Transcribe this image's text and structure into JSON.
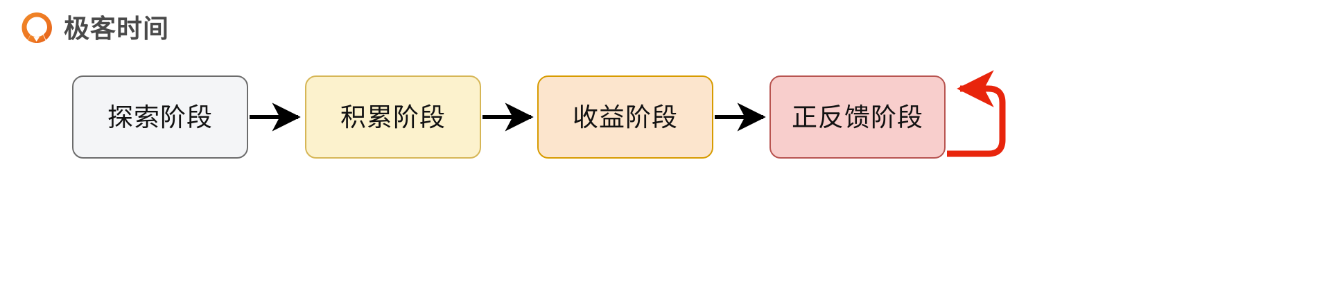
{
  "brand": {
    "name": "极客时间",
    "logo_icon": "geektime-logo-icon",
    "logo_color": "#ef7b22",
    "text_color": "#4a4a4a"
  },
  "diagram": {
    "type": "flowchart",
    "orientation": "left-to-right",
    "nodes": [
      {
        "id": "explore",
        "label": "探索阶段",
        "fill": "#f4f5f7",
        "stroke": "#6c6c6c",
        "text_color": "#121212"
      },
      {
        "id": "accumulate",
        "label": "积累阶段",
        "fill": "#fcf2cd",
        "stroke": "#d6b656",
        "text_color": "#121212"
      },
      {
        "id": "revenue",
        "label": "收益阶段",
        "fill": "#fce5cd",
        "stroke": "#d79b00",
        "text_color": "#121212"
      },
      {
        "id": "feedback",
        "label": "正反馈阶段",
        "fill": "#f8cecc",
        "stroke": "#b85450",
        "text_color": "#121212"
      }
    ],
    "edges": [
      {
        "id": "explore-to-accumulate",
        "from": "explore",
        "to": "accumulate",
        "color": "#000000",
        "style": "straight-arrow"
      },
      {
        "id": "accumulate-to-revenue",
        "from": "accumulate",
        "to": "revenue",
        "color": "#000000",
        "style": "straight-arrow"
      },
      {
        "id": "revenue-to-feedback",
        "from": "revenue",
        "to": "feedback",
        "color": "#000000",
        "style": "straight-arrow"
      },
      {
        "id": "feedback-self-loop",
        "from": "feedback",
        "to": "feedback",
        "color": "#e8250c",
        "style": "self-loop"
      }
    ]
  }
}
